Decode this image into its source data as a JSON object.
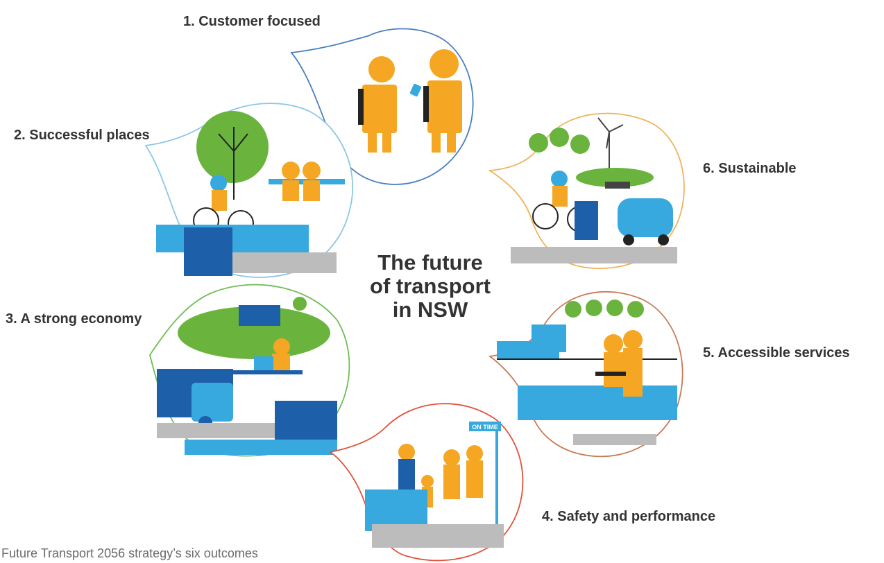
{
  "center_title": [
    "The future",
    "of transport",
    "in NSW"
  ],
  "outcomes": [
    {
      "label": "1. Customer focused",
      "color": "#4a7fc1",
      "scene": "customers-scene"
    },
    {
      "label": "2. Successful places",
      "color": "#8cc6e8",
      "scene": "places-scene"
    },
    {
      "label": "3. A strong economy",
      "color": "#6fbe54",
      "scene": "economy-scene"
    },
    {
      "label": "4. Safety and performance",
      "color": "#e0533d",
      "scene": "safety-scene"
    },
    {
      "label": "5. Accessible services",
      "color": "#c77a55",
      "scene": "accessible-scene"
    },
    {
      "label": "6. Sustainable",
      "color": "#f0b25a",
      "scene": "sustainable-scene"
    }
  ],
  "scene_text": {
    "on_time": "ON TIME"
  },
  "caption": "Future Transport 2056 strategy’s six outcomes",
  "colors": {
    "figure": "#f5a623",
    "blue": "#37a9df",
    "dark_blue": "#1d5fa8",
    "green": "#6ab43e",
    "grey": "#bcbcbc"
  }
}
